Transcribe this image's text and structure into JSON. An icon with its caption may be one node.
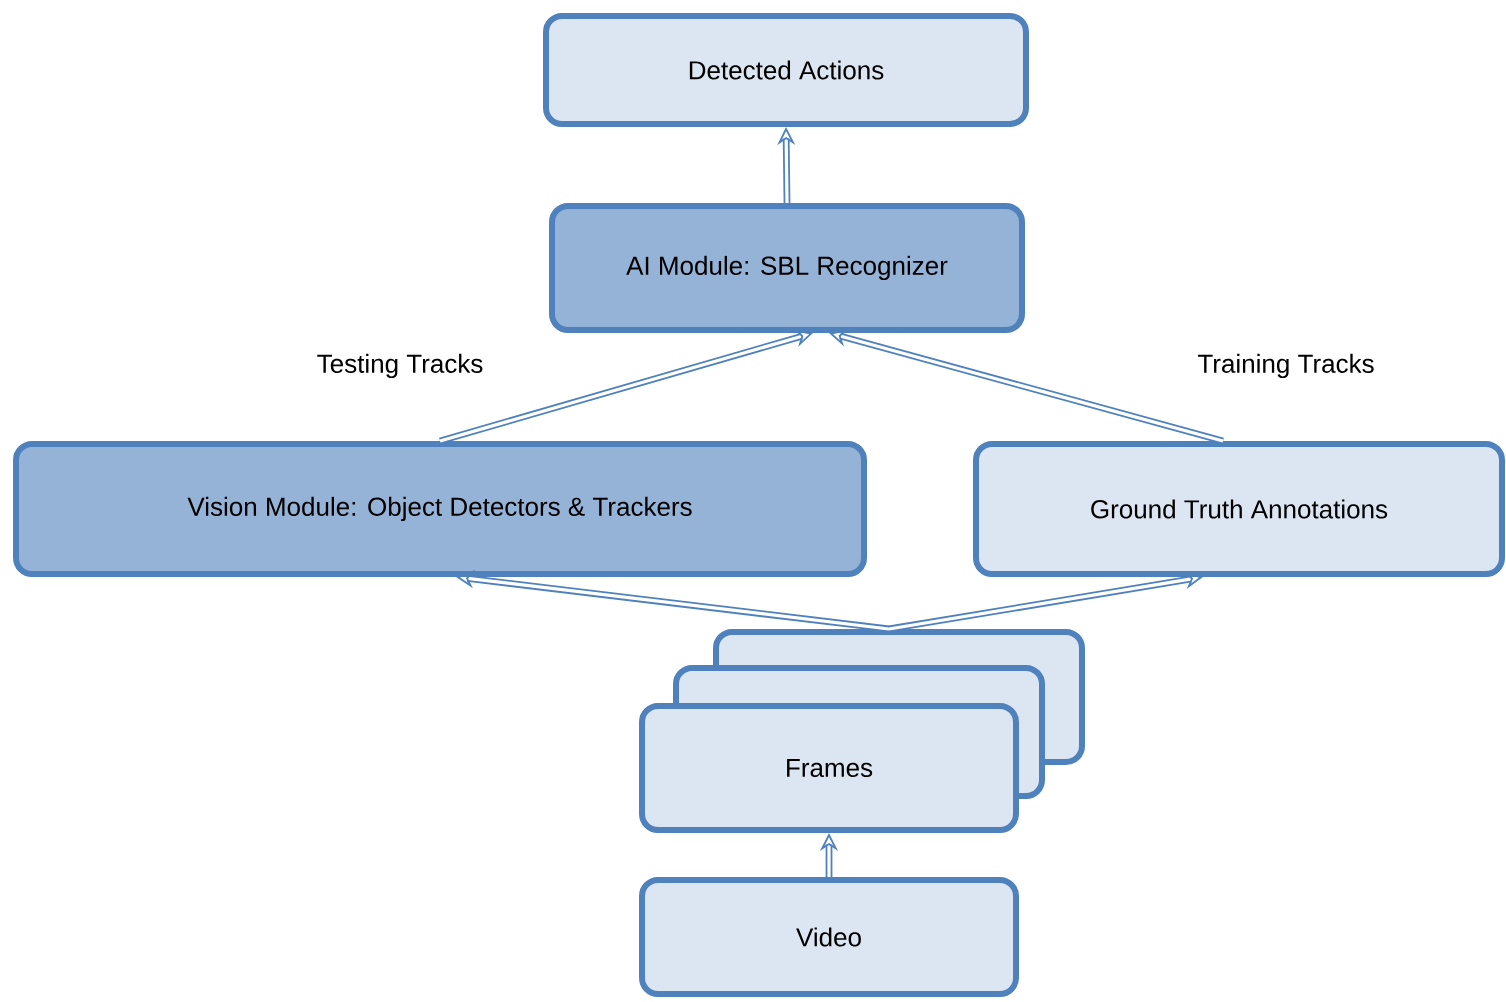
{
  "diagram": {
    "nodes": [
      {
        "text": [
          "Detected Actions"
        ]
      },
      {
        "text": [
          "AI Module: SBL Recognizer"
        ]
      },
      {
        "text": [
          "Vision Module: Object Detectors & Trackers"
        ]
      },
      {
        "text": [
          "Ground Truth Annotations"
        ]
      },
      {
        "text": [],
        "shape": "box"
      },
      {
        "text": [],
        "shape": "box"
      },
      {
        "text": [
          "Frames"
        ]
      },
      {
        "text": [
          "Video"
        ]
      }
    ],
    "edges": [
      {
        "from": 7,
        "to": 6,
        "arrow": "to"
      },
      {
        "from": 4,
        "to": 2,
        "arrow": "to"
      },
      {
        "from": 4,
        "to": 3,
        "arrow": "to"
      },
      {
        "from": 2,
        "to": 1,
        "arrow": "to",
        "label": "Testing Tracks"
      },
      {
        "from": 3,
        "to": 1,
        "arrow": "to",
        "label": "Training Tracks"
      },
      {
        "from": 1,
        "to": 0,
        "arrow": "to"
      }
    ]
  }
}
